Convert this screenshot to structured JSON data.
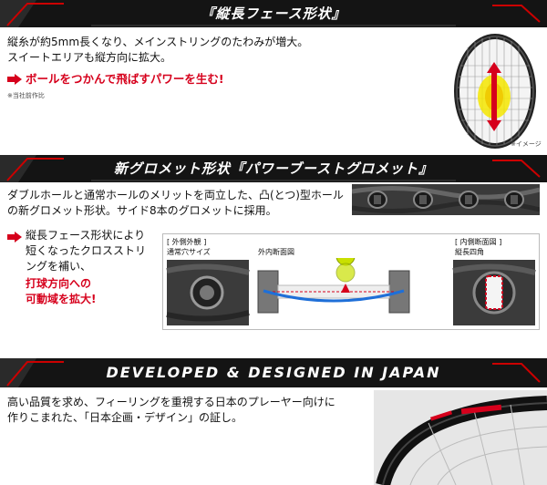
{
  "sections": {
    "face": {
      "title": "『縦長フェース形状』",
      "line1": "縦糸が約5mm長くなり、メインストリングのたわみが増大。",
      "line2": "スイートエリアも縦方向に拡大。",
      "highlight": "ボールをつかんで飛ばすパワーを生む!",
      "note": "※当社前作比",
      "image_note": "※イメージ"
    },
    "grommet": {
      "title": "新グロメット形状『パワーブーストグロメット』",
      "line1": "ダブルホールと通常ホールのメリットを両立した、凸(とつ)型ホール",
      "line2": "の新グロメット形状。サイド8本のグロメットに採用。",
      "side_line1": "縦長フェース形状により",
      "side_line2": "短くなったクロスストリ",
      "side_line3": "ングを補い、",
      "side_red1": "打球方向への",
      "side_red2": "可動域を拡大!",
      "label_outer": "[ 外側外観 ]",
      "label_normal": "通常穴サイズ",
      "label_section": "外内断面図",
      "label_inner": "[ 内側断面図 ]",
      "label_rect": "縦長四角"
    },
    "japan": {
      "title": "DEVELOPED & DESIGNED IN JAPAN",
      "line1": "高い品質を求め、フィーリングを重視する日本のプレーヤー向けに",
      "line2": "作りこまれた、「日本企画・デザイン」の証し。"
    }
  },
  "colors": {
    "band": "#141414",
    "accent_red": "#d6001c",
    "string_blue": "#1e6fd8",
    "ball": "#c9e000"
  }
}
